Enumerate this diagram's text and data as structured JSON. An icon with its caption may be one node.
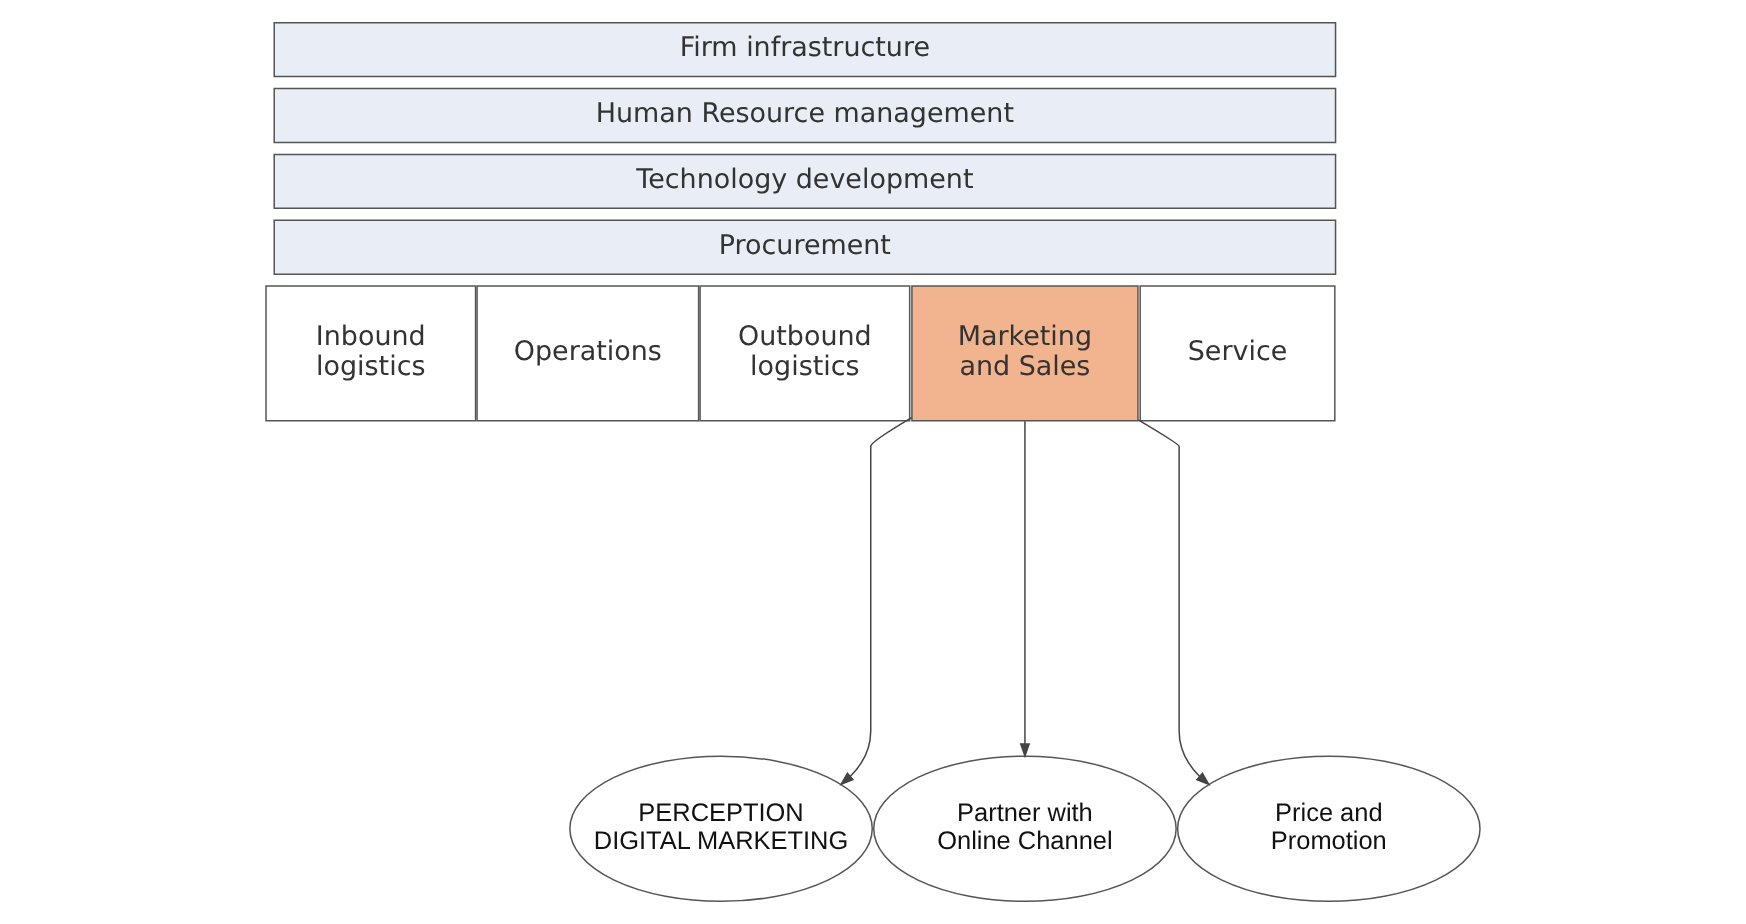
{
  "diagram": {
    "nodes": [
      {
        "text": [
          "Firm infrastructure"
        ]
      },
      {
        "text": [
          "Human Resource management"
        ]
      },
      {
        "text": [
          "Technology development"
        ]
      },
      {
        "text": [
          "Procurement"
        ]
      },
      {
        "text": [
          "Inbound logistics"
        ]
      },
      {
        "text": [
          "Operations"
        ]
      },
      {
        "text": [
          "Outbound logistics"
        ]
      },
      {
        "text": [
          "Marketing and Sales"
        ]
      },
      {
        "text": [
          "Service"
        ]
      },
      {
        "text": [
          "PERCEPTION",
          "DIGITAL MARKETING"
        ]
      },
      {
        "text": [
          "Partner with",
          "Online Channel"
        ]
      },
      {
        "text": [
          "Price and",
          "Promotion"
        ]
      }
    ],
    "edges": [
      {
        "from": 7,
        "to": 9,
        "arrow": "to"
      },
      {
        "from": 7,
        "to": 10,
        "arrow": "to"
      },
      {
        "from": 7,
        "to": 11,
        "arrow": "to"
      }
    ]
  }
}
